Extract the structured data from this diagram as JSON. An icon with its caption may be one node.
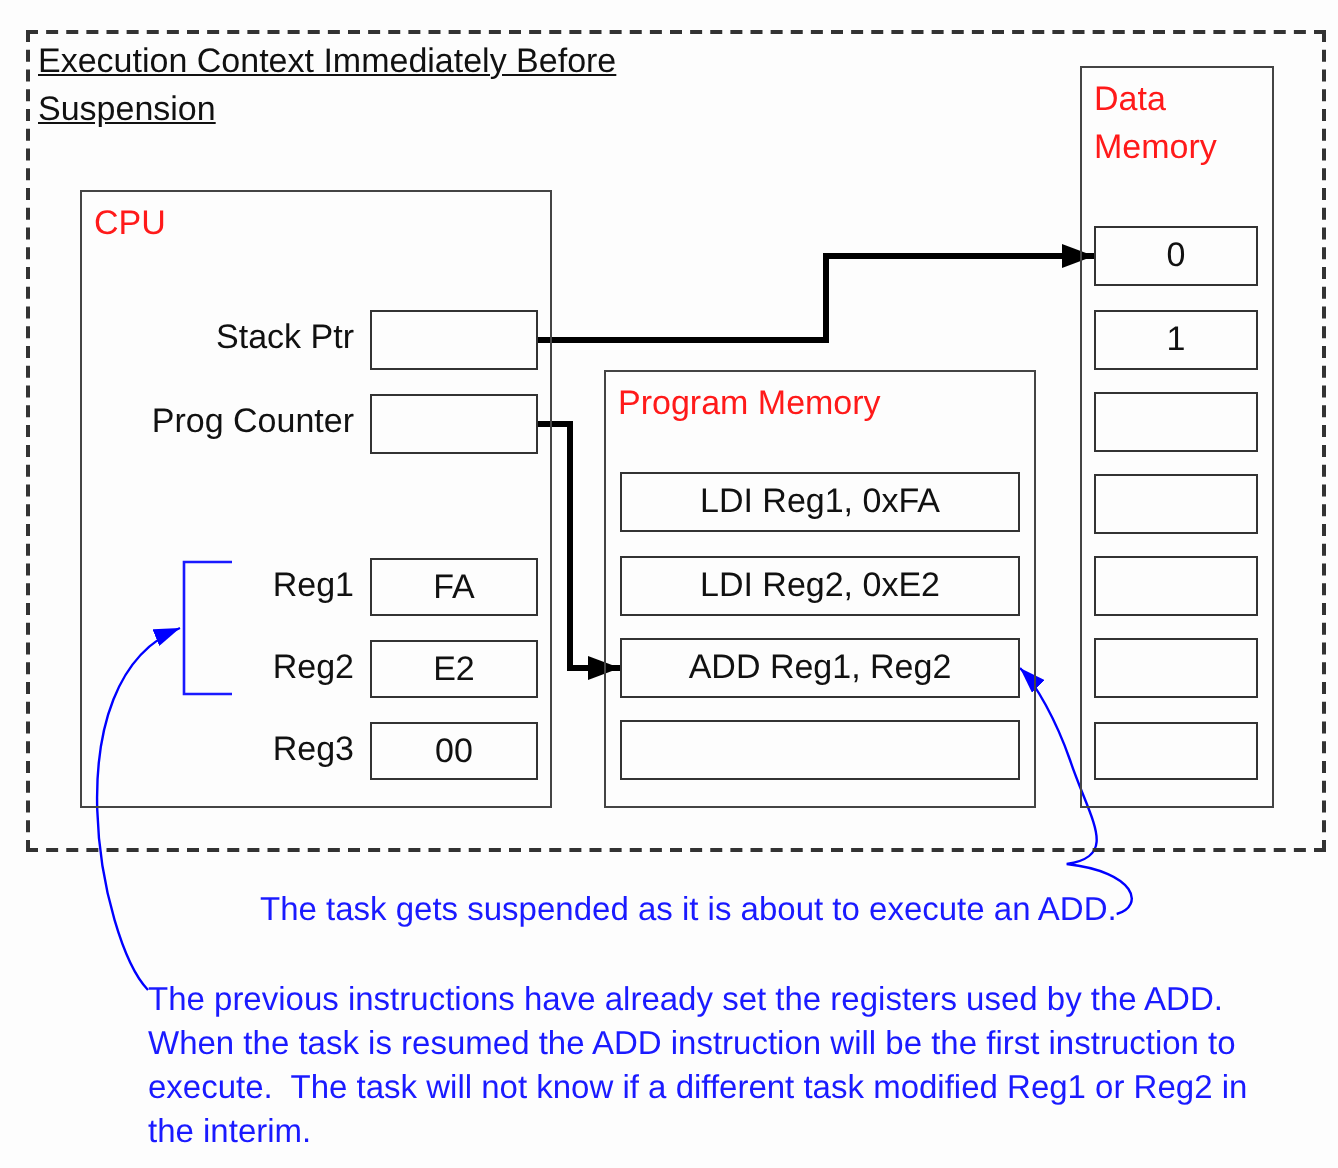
{
  "diagram": {
    "nodes": [
      {
        "text": [
          "Execution Context Immediately Before Suspension"
        ]
      },
      {
        "text": [
          "CPU"
        ],
        "in": 0
      },
      {
        "text": [],
        "shape": "box",
        "beside": [
          "Stack Ptr"
        ],
        "in": 1
      },
      {
        "text": [],
        "shape": "box",
        "beside": [
          "Prog Counter"
        ],
        "in": 1
      },
      {
        "text": [
          "FA"
        ],
        "beside": [
          "Reg1"
        ],
        "in": 1
      },
      {
        "text": [
          "E2"
        ],
        "beside": [
          "Reg2"
        ],
        "in": 1
      },
      {
        "text": [
          "00"
        ],
        "beside": [
          "Reg3"
        ],
        "in": 1
      },
      {
        "text": [],
        "shape": "bracket",
        "in": 1
      },
      {
        "text": [
          "Program Memory"
        ],
        "in": 0
      },
      {
        "text": [
          "LDI Reg1, 0xFA"
        ],
        "in": 8
      },
      {
        "text": [
          "LDI Reg2, 0xE2"
        ],
        "in": 8
      },
      {
        "text": [
          "ADD Reg1, Reg2"
        ],
        "in": 8
      },
      {
        "text": [],
        "shape": "box",
        "in": 8
      },
      {
        "text": [
          "Data Memory"
        ],
        "in": 0
      },
      {
        "text": [
          "0"
        ],
        "in": 13
      },
      {
        "text": [
          "1"
        ],
        "in": 13
      },
      {
        "text": [],
        "shape": "box",
        "in": 13
      },
      {
        "text": [],
        "shape": "box",
        "in": 13
      },
      {
        "text": [],
        "shape": "box",
        "in": 13
      },
      {
        "text": [],
        "shape": "box",
        "in": 13
      },
      {
        "text": [],
        "shape": "box",
        "in": 13
      },
      {
        "text": [
          "The task gets suspended as it is about to execute an ADD."
        ]
      },
      {
        "text": [
          "The previous instructions have already set the registers used by the ADD.  When the task is resumed the ADD instruction will be the first instruction to execute.  The task will not know if a different task modified Reg1 or Reg2 in the interim."
        ]
      }
    ],
    "edges": [
      {
        "from": 2,
        "to": 14,
        "arrow": "to",
        "style": "thick"
      },
      {
        "from": 3,
        "to": 11,
        "arrow": "to",
        "style": "thick"
      },
      {
        "from": 21,
        "to": 11,
        "arrow": "to",
        "color": "#0000ff"
      },
      {
        "from": 22,
        "to": 7,
        "arrow": "to",
        "color": "#0000ff"
      }
    ]
  }
}
